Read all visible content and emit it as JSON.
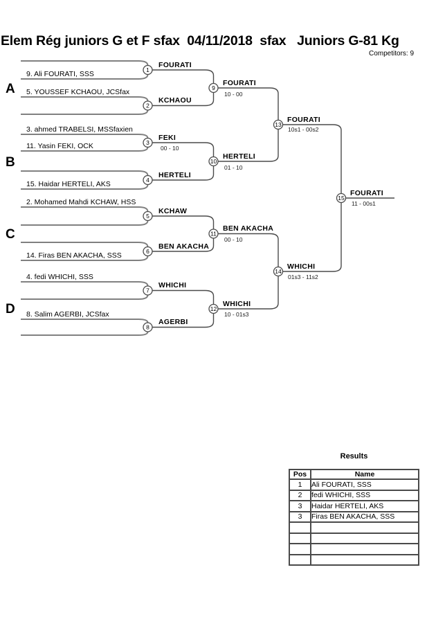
{
  "header": {
    "title": "Elem Rég juniors G et F sfax  04/11/2018  sfax   Juniors G-81 Kg",
    "competitors": "Competitors: 9"
  },
  "bracket": {
    "groups": [
      "A",
      "B",
      "C",
      "D"
    ],
    "entries": {
      "e1": "9. Ali FOURATI, SSS",
      "e2": "5. YOUSSEF KCHAOU, JCSfax",
      "e3": "3. ahmed TRABELSI, MSSfaxien",
      "e4": "11. Yasin FEKI, OCK",
      "e5": "15. Haidar HERTELI, AKS",
      "e6": "2. Mohamed Mahdi KCHAW, HSS",
      "e7": "14. Firas BEN AKACHA, SSS",
      "e8": "4. fedi WHICHI, SSS",
      "e9": "8. Salim AGERBI, JCSfax"
    },
    "matches": {
      "m1": {
        "no": "1",
        "winner": "FOURATI",
        "score": ""
      },
      "m2": {
        "no": "2",
        "winner": "KCHAOU",
        "score": ""
      },
      "m3": {
        "no": "3",
        "winner": "FEKI",
        "score": "00 - 10"
      },
      "m4": {
        "no": "4",
        "winner": "HERTELI",
        "score": ""
      },
      "m5": {
        "no": "5",
        "winner": "KCHAW",
        "score": ""
      },
      "m6": {
        "no": "6",
        "winner": "BEN AKACHA",
        "score": ""
      },
      "m7": {
        "no": "7",
        "winner": "WHICHI",
        "score": ""
      },
      "m8": {
        "no": "8",
        "winner": "AGERBI",
        "score": ""
      },
      "m9": {
        "no": "9",
        "winner": "FOURATI",
        "score": "10 - 00"
      },
      "m10": {
        "no": "10",
        "winner": "HERTELI",
        "score": "01 - 10"
      },
      "m11": {
        "no": "11",
        "winner": "BEN AKACHA",
        "score": "00 - 10"
      },
      "m12": {
        "no": "12",
        "winner": "WHICHI",
        "score": "10 - 01s3"
      },
      "m13": {
        "no": "13",
        "winner": "FOURATI",
        "score": "10s1 - 00s2"
      },
      "m14": {
        "no": "14",
        "winner": "WHICHI",
        "score": "01s3 - 11s2"
      },
      "m15": {
        "no": "15",
        "winner": "FOURATI",
        "score": "11 - 00s1"
      }
    }
  },
  "results": {
    "title": "Results",
    "col_pos": "Pos",
    "col_name": "Name",
    "rows": [
      {
        "pos": "1",
        "name": "Ali FOURATI, SSS"
      },
      {
        "pos": "2",
        "name": "fedi WHICHI, SSS"
      },
      {
        "pos": "3",
        "name": "Haidar HERTELI, AKS"
      },
      {
        "pos": "3",
        "name": "Firas BEN AKACHA, SSS"
      },
      {
        "pos": "",
        "name": ""
      },
      {
        "pos": "",
        "name": ""
      },
      {
        "pos": "",
        "name": ""
      },
      {
        "pos": "",
        "name": ""
      }
    ]
  }
}
